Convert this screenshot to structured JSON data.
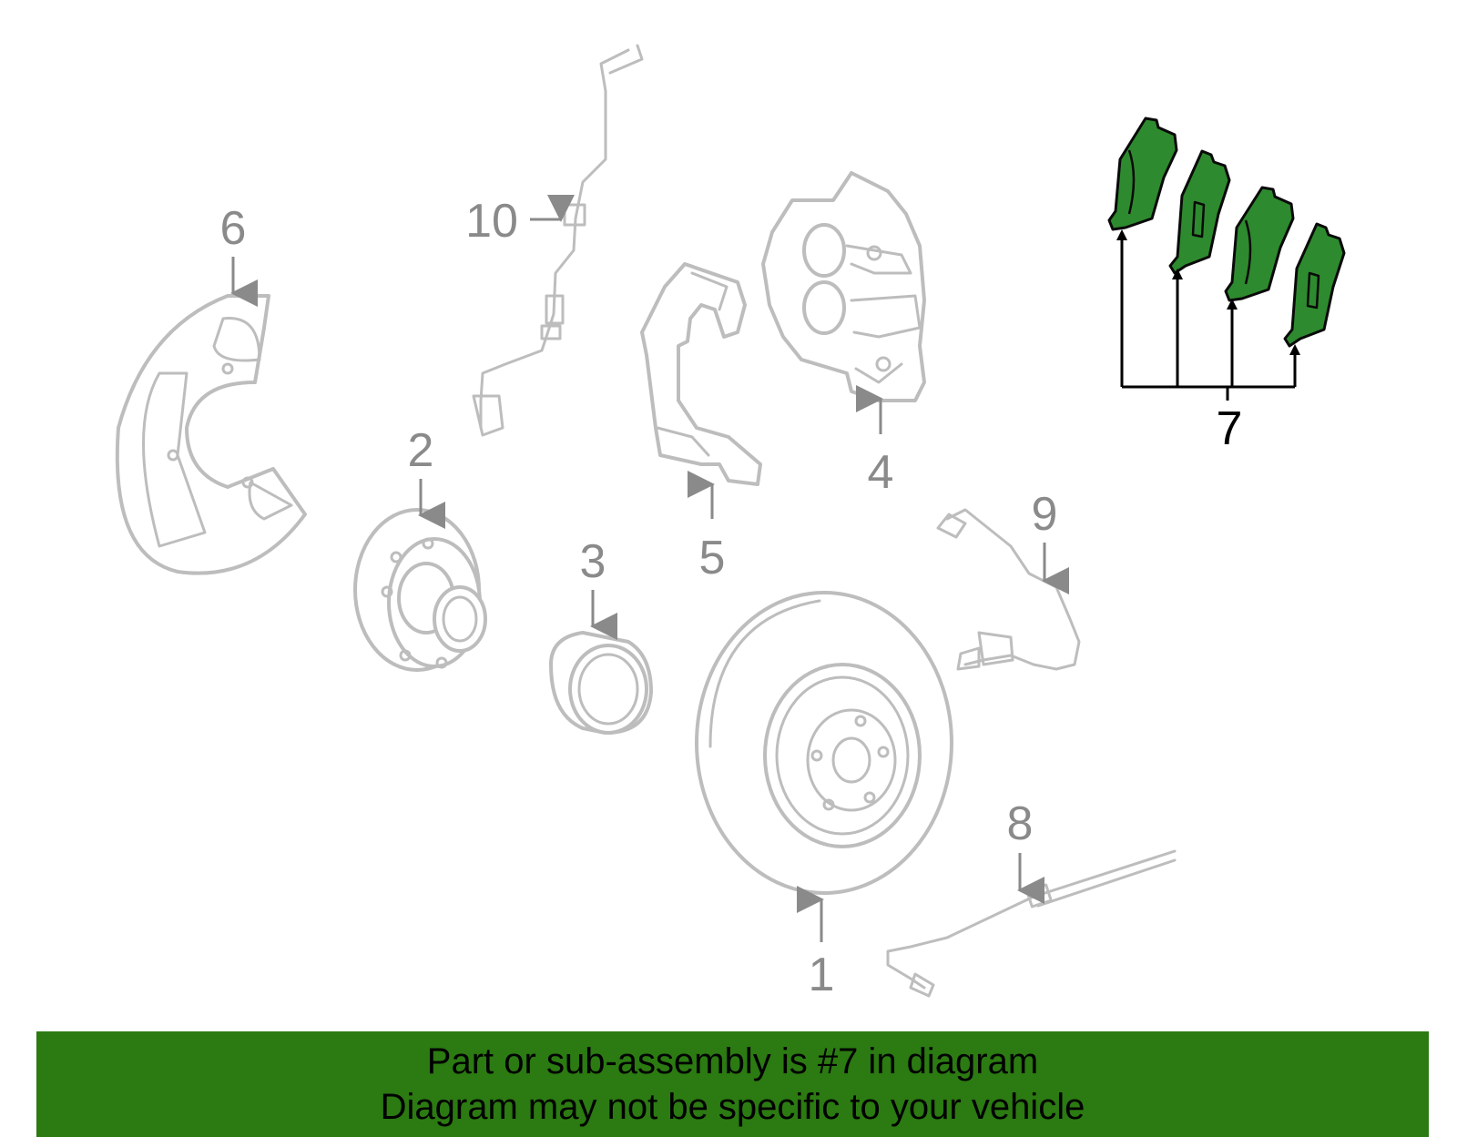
{
  "diagram": {
    "callouts": [
      {
        "id": "1",
        "label": "1"
      },
      {
        "id": "2",
        "label": "2"
      },
      {
        "id": "3",
        "label": "3"
      },
      {
        "id": "4",
        "label": "4"
      },
      {
        "id": "5",
        "label": "5"
      },
      {
        "id": "6",
        "label": "6"
      },
      {
        "id": "7",
        "label": "7"
      },
      {
        "id": "8",
        "label": "8"
      },
      {
        "id": "9",
        "label": "9"
      },
      {
        "id": "10",
        "label": "10"
      }
    ],
    "highlight_color": "#2e8a2e",
    "parts_color": "#bdbdbd"
  },
  "banner": {
    "line1": "Part or sub-assembly is #7 in diagram",
    "line2": "Diagram may not be specific to your vehicle",
    "background": "#2b7a12"
  }
}
